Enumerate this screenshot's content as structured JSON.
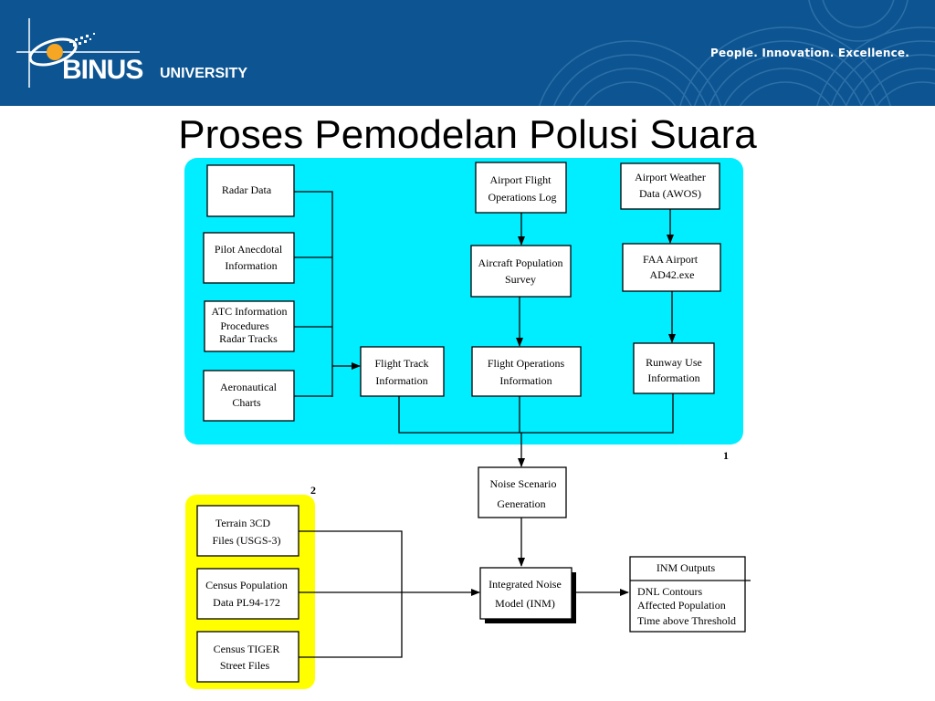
{
  "header": {
    "logo_name": "BINUS",
    "logo_sub": "UNIVERSITY",
    "tagline": "People. Innovation. Excellence.",
    "color": "#0d5592"
  },
  "slide": {
    "title": "Proses Pemodelan Polusi Suara"
  },
  "regions": {
    "region1_label": "1",
    "region2_label": "2",
    "region1_color": "#00eeff",
    "region2_color": "#ffff00"
  },
  "nodes": {
    "radar_data": [
      "Radar Data"
    ],
    "pilot_anecdotal": [
      "Pilot Anecdotal",
      "Information"
    ],
    "atc_information": [
      "ATC Information",
      "Procedures",
      "Radar Tracks"
    ],
    "aeronautical_charts": [
      "Aeronautical",
      "Charts"
    ],
    "flight_track": [
      "Flight Track",
      "Information"
    ],
    "airport_flight_ops_log": [
      "Airport Flight",
      "Operations Log"
    ],
    "aircraft_population": [
      "Aircraft Population",
      "Survey"
    ],
    "flight_operations": [
      "Flight Operations",
      "Information"
    ],
    "airport_weather": [
      "Airport Weather",
      "Data (AWOS)"
    ],
    "faa_airport": [
      "FAA Airport",
      "AD42.exe"
    ],
    "runway_use": [
      "Runway Use",
      "Information"
    ],
    "noise_scenario": [
      "Noise Scenario",
      "Generation"
    ],
    "terrain_3cd": [
      "Terrain 3CD",
      "Files (USGS-3)"
    ],
    "census_population": [
      "Census Population",
      "Data PL94-172"
    ],
    "census_tiger": [
      "Census TIGER",
      "Street Files"
    ],
    "inm": [
      "Integrated Noise",
      "Model (INM)"
    ],
    "inm_outputs_title": [
      "INM Outputs"
    ],
    "inm_outputs_items": [
      "DNL Contours",
      "Affected Population",
      "Time above Threshold"
    ]
  }
}
